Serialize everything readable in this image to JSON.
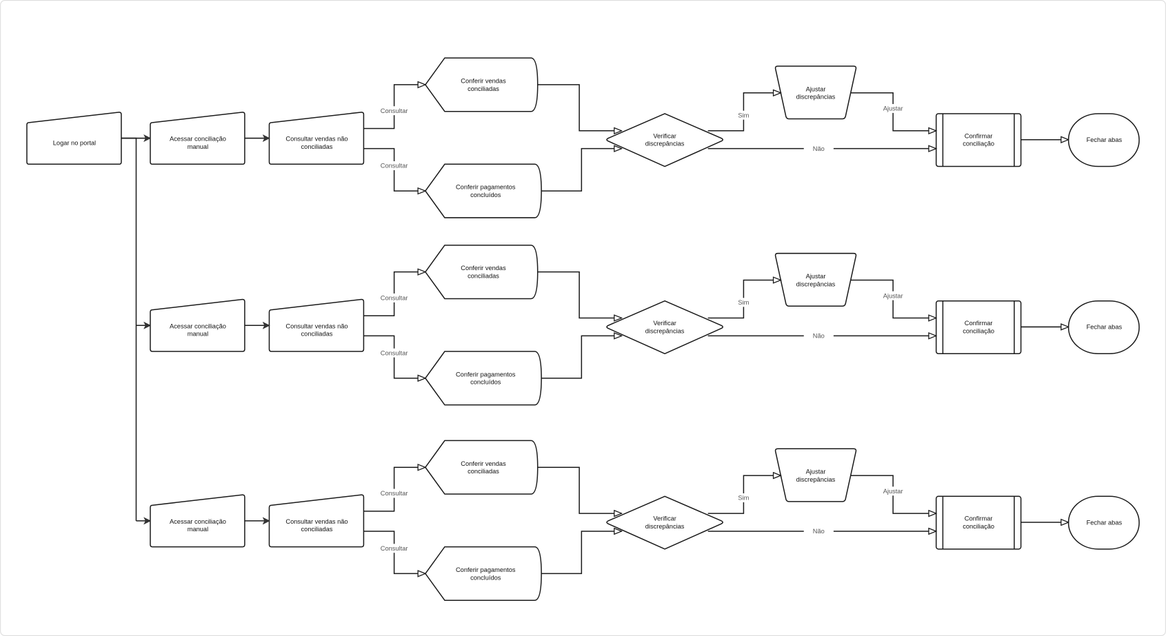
{
  "start": {
    "label": [
      "Logar no portal"
    ]
  },
  "rows": [
    {
      "access": [
        "Acessar conciliação",
        "manual"
      ],
      "query": [
        "Consultar vendas não",
        "conciliadas"
      ],
      "check_sales": [
        "Conferir vendas",
        "conciliadas"
      ],
      "check_payments": [
        "Conferir pagamentos",
        "concluídos"
      ],
      "decision": [
        "Verificar",
        "discrepâncias"
      ],
      "adjust": [
        "Ajustar",
        "discrepâncias"
      ],
      "confirm": [
        "Confirmar",
        "conciliação"
      ],
      "end": [
        "Fechar abas"
      ],
      "edge_query_top": "Consultar",
      "edge_query_bottom": "Consultar",
      "edge_yes": "Sim",
      "edge_no": "Não",
      "edge_adjust": "Ajustar"
    },
    {
      "access": [
        "Acessar conciliação",
        "manual"
      ],
      "query": [
        "Consultar vendas não",
        "conciliadas"
      ],
      "check_sales": [
        "Conferir vendas",
        "conciliadas"
      ],
      "check_payments": [
        "Conferir pagamentos",
        "concluídos"
      ],
      "decision": [
        "Verificar",
        "discrepâncias"
      ],
      "adjust": [
        "Ajustar",
        "discrepâncias"
      ],
      "confirm": [
        "Confirmar",
        "conciliação"
      ],
      "end": [
        "Fechar abas"
      ],
      "edge_query_top": "Consultar",
      "edge_query_bottom": "Consultar",
      "edge_yes": "Sim",
      "edge_no": "Não",
      "edge_adjust": "Ajustar"
    },
    {
      "access": [
        "Acessar conciliação",
        "manual"
      ],
      "query": [
        "Consultar vendas não",
        "conciliadas"
      ],
      "check_sales": [
        "Conferir vendas",
        "conciliadas"
      ],
      "check_payments": [
        "Conferir pagamentos",
        "concluídos"
      ],
      "decision": [
        "Verificar",
        "discrepâncias"
      ],
      "adjust": [
        "Ajustar",
        "discrepâncias"
      ],
      "confirm": [
        "Confirmar",
        "conciliação"
      ],
      "end": [
        "Fechar abas"
      ],
      "edge_query_top": "Consultar",
      "edge_query_bottom": "Consultar",
      "edge_yes": "Sim",
      "edge_no": "Não",
      "edge_adjust": "Ajustar"
    }
  ],
  "colors": {
    "stroke": "#1a1a1a",
    "edge_label": "#555555",
    "frame": "#dddddd"
  }
}
